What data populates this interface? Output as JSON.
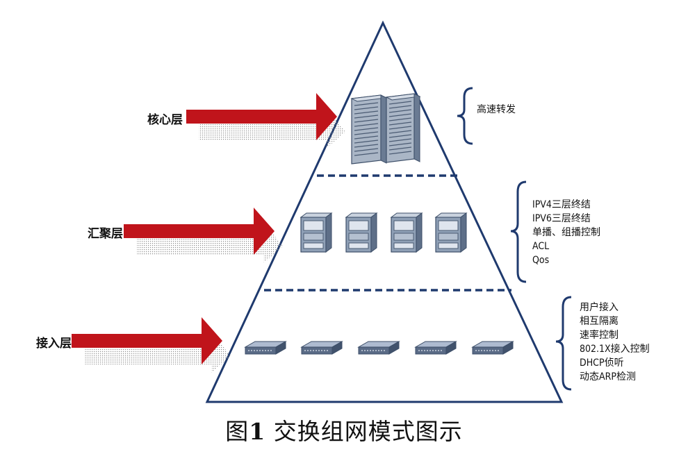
{
  "layers": [
    {
      "name": "核心层",
      "features": [
        "高速转发"
      ]
    },
    {
      "name": "汇聚层",
      "features": [
        "IPV4三层终结",
        "IPV6三层终结",
        "单播、组播控制",
        "ACL",
        "Qos"
      ]
    },
    {
      "name": "接入层",
      "features": [
        "用户接入",
        "相互隔离",
        "速率控制",
        "802.1X接入控制",
        "DHCP侦听",
        "动态ARP检测"
      ]
    }
  ],
  "caption": {
    "prefix": "图",
    "number": "1",
    "text": "交换组网模式图示"
  },
  "colors": {
    "outline": "#1f3a6e",
    "arrow": "#c0141b",
    "arrow_shadow": "#9a9a9a",
    "device_face": "#9aa9bd",
    "device_dark": "#3c4e68"
  },
  "device_counts": {
    "core": 2,
    "aggregation": 4,
    "access": 5
  }
}
